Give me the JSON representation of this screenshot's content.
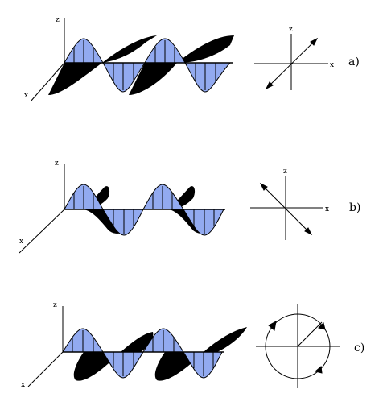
{
  "colors": {
    "wave_fill": "#92aaf0",
    "wave_stroke": "#000000",
    "shadow": "#000000"
  },
  "panels": [
    {
      "label": "a)",
      "axis_z": "z",
      "axis_x": "x",
      "pol_z": "z",
      "pol_x": "x",
      "polarization": "linear-diagonal"
    },
    {
      "label": "b)",
      "axis_z": "z",
      "axis_x": "x",
      "pol_z": "z",
      "pol_x": "x",
      "polarization": "linear-antidiagonal"
    },
    {
      "label": "c)",
      "axis_z": "z",
      "axis_x": "x",
      "polarization": "circular"
    }
  ]
}
